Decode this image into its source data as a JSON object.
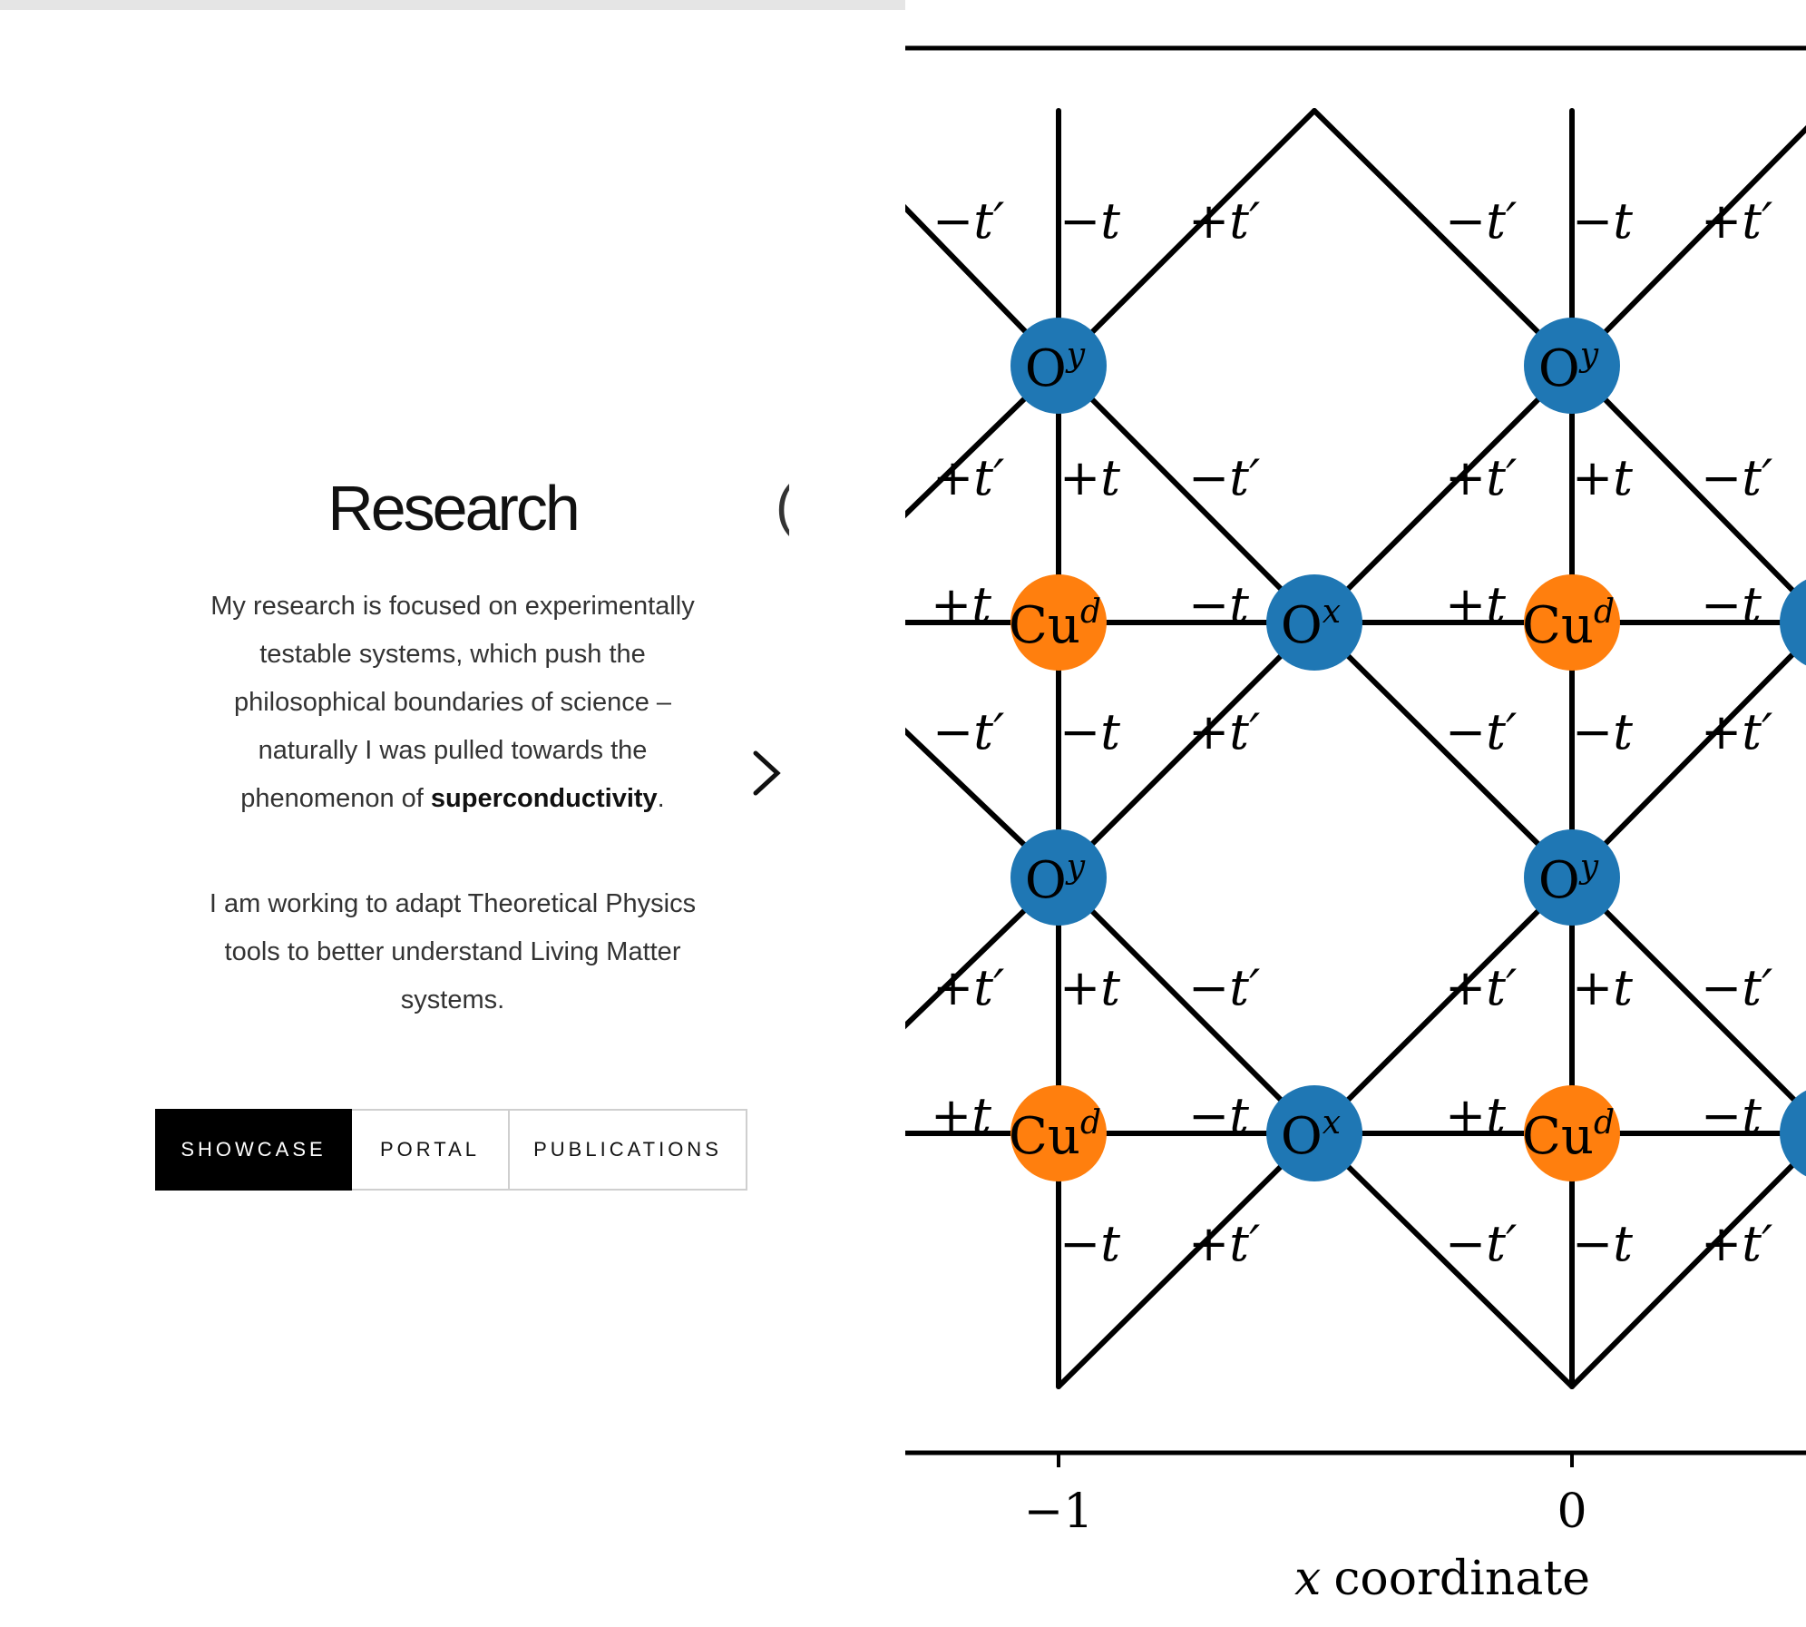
{
  "section": {
    "title": "Research",
    "peek_glyph": "(",
    "paragraph1_part1": "My research is focused on experimentally testable systems, which push the philosophical boundaries of science – naturally I was pulled towards the phenomenon of ",
    "paragraph1_bold": "superconductivity",
    "paragraph1_end": ".",
    "paragraph2": "I am working to adapt Theoretical Physics tools to better understand Living Matter systems."
  },
  "buttons": {
    "showcase": "SHOWCASE",
    "portal": "PORTAL",
    "publications": "PUBLICATIONS"
  },
  "figure": {
    "xlabel_var": "x",
    "xlabel_text": "coordinate",
    "tick_labels": [
      "−1",
      "0"
    ],
    "node_labels": {
      "oy": "O",
      "oy_sup": "y",
      "ox": "O",
      "ox_sup": "x",
      "cu": "Cu",
      "cu_sup": "d"
    },
    "hopping_labels": {
      "minus_t": "−t",
      "plus_t": "+t",
      "minus_tp": "−t′",
      "plus_tp": "+t′"
    },
    "colors": {
      "oxygen": "#1f77b4",
      "copper": "#ff7f0e",
      "bond": "#000000"
    }
  }
}
